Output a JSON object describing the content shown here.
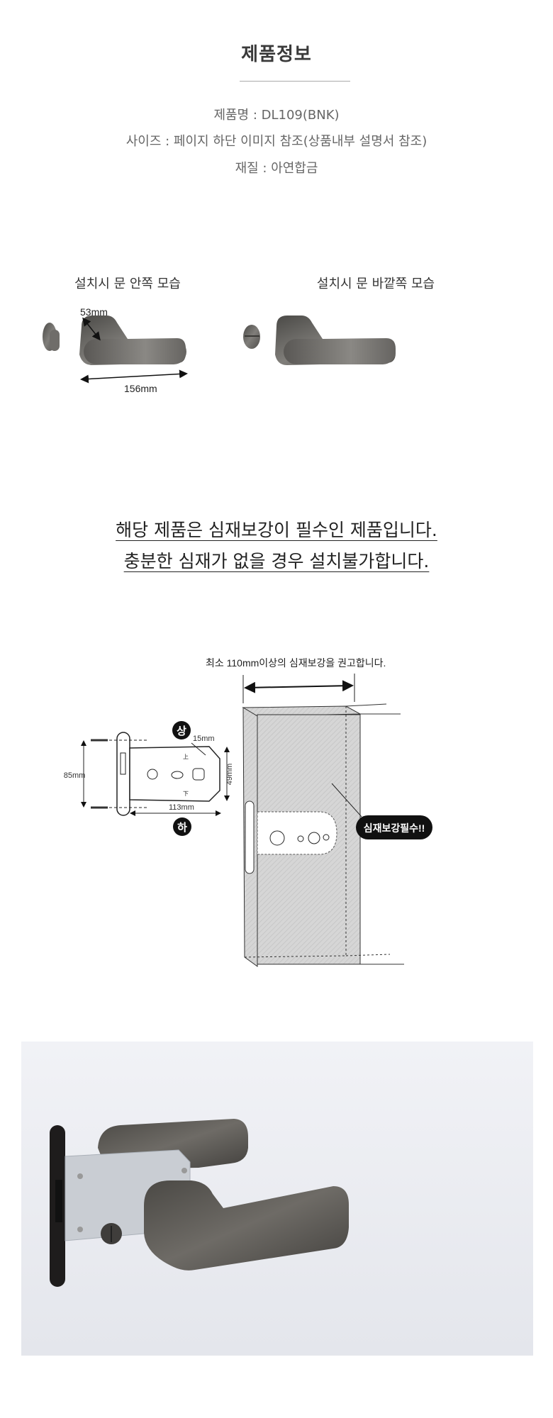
{
  "header": {
    "title": "제품정보"
  },
  "info": [
    "제품명 : DL109(BNK)",
    "사이즈 : 페이지 하단 이미지 참조(상품내부 설명서 참조)",
    "재질 : 아연합금"
  ],
  "views": {
    "inside_label": "설치시 문 안쪽 모습",
    "outside_label": "설치시 문 바깥쪽 모습",
    "dim_depth": "53mm",
    "dim_length": "156mm"
  },
  "notice": [
    "해당 제품은 심재보강이 필수인 제품입니다.",
    "충분한 심재가 없을 경우 설치불가합니다."
  ],
  "diagram": {
    "caption": "최소 110mm이상의 심재보강을 권고합니다.",
    "badge": "심재보강필수!!",
    "top_mark": "상",
    "bottom_mark": "하",
    "dim_85": "85mm",
    "dim_15": "15mm",
    "dim_49": "49mm",
    "dim_113": "113mm",
    "up_char": "上",
    "down_char": "下"
  },
  "colors": {
    "metal": "#5a5855",
    "badge": "#111111",
    "photo_bg": "#eceef3"
  }
}
